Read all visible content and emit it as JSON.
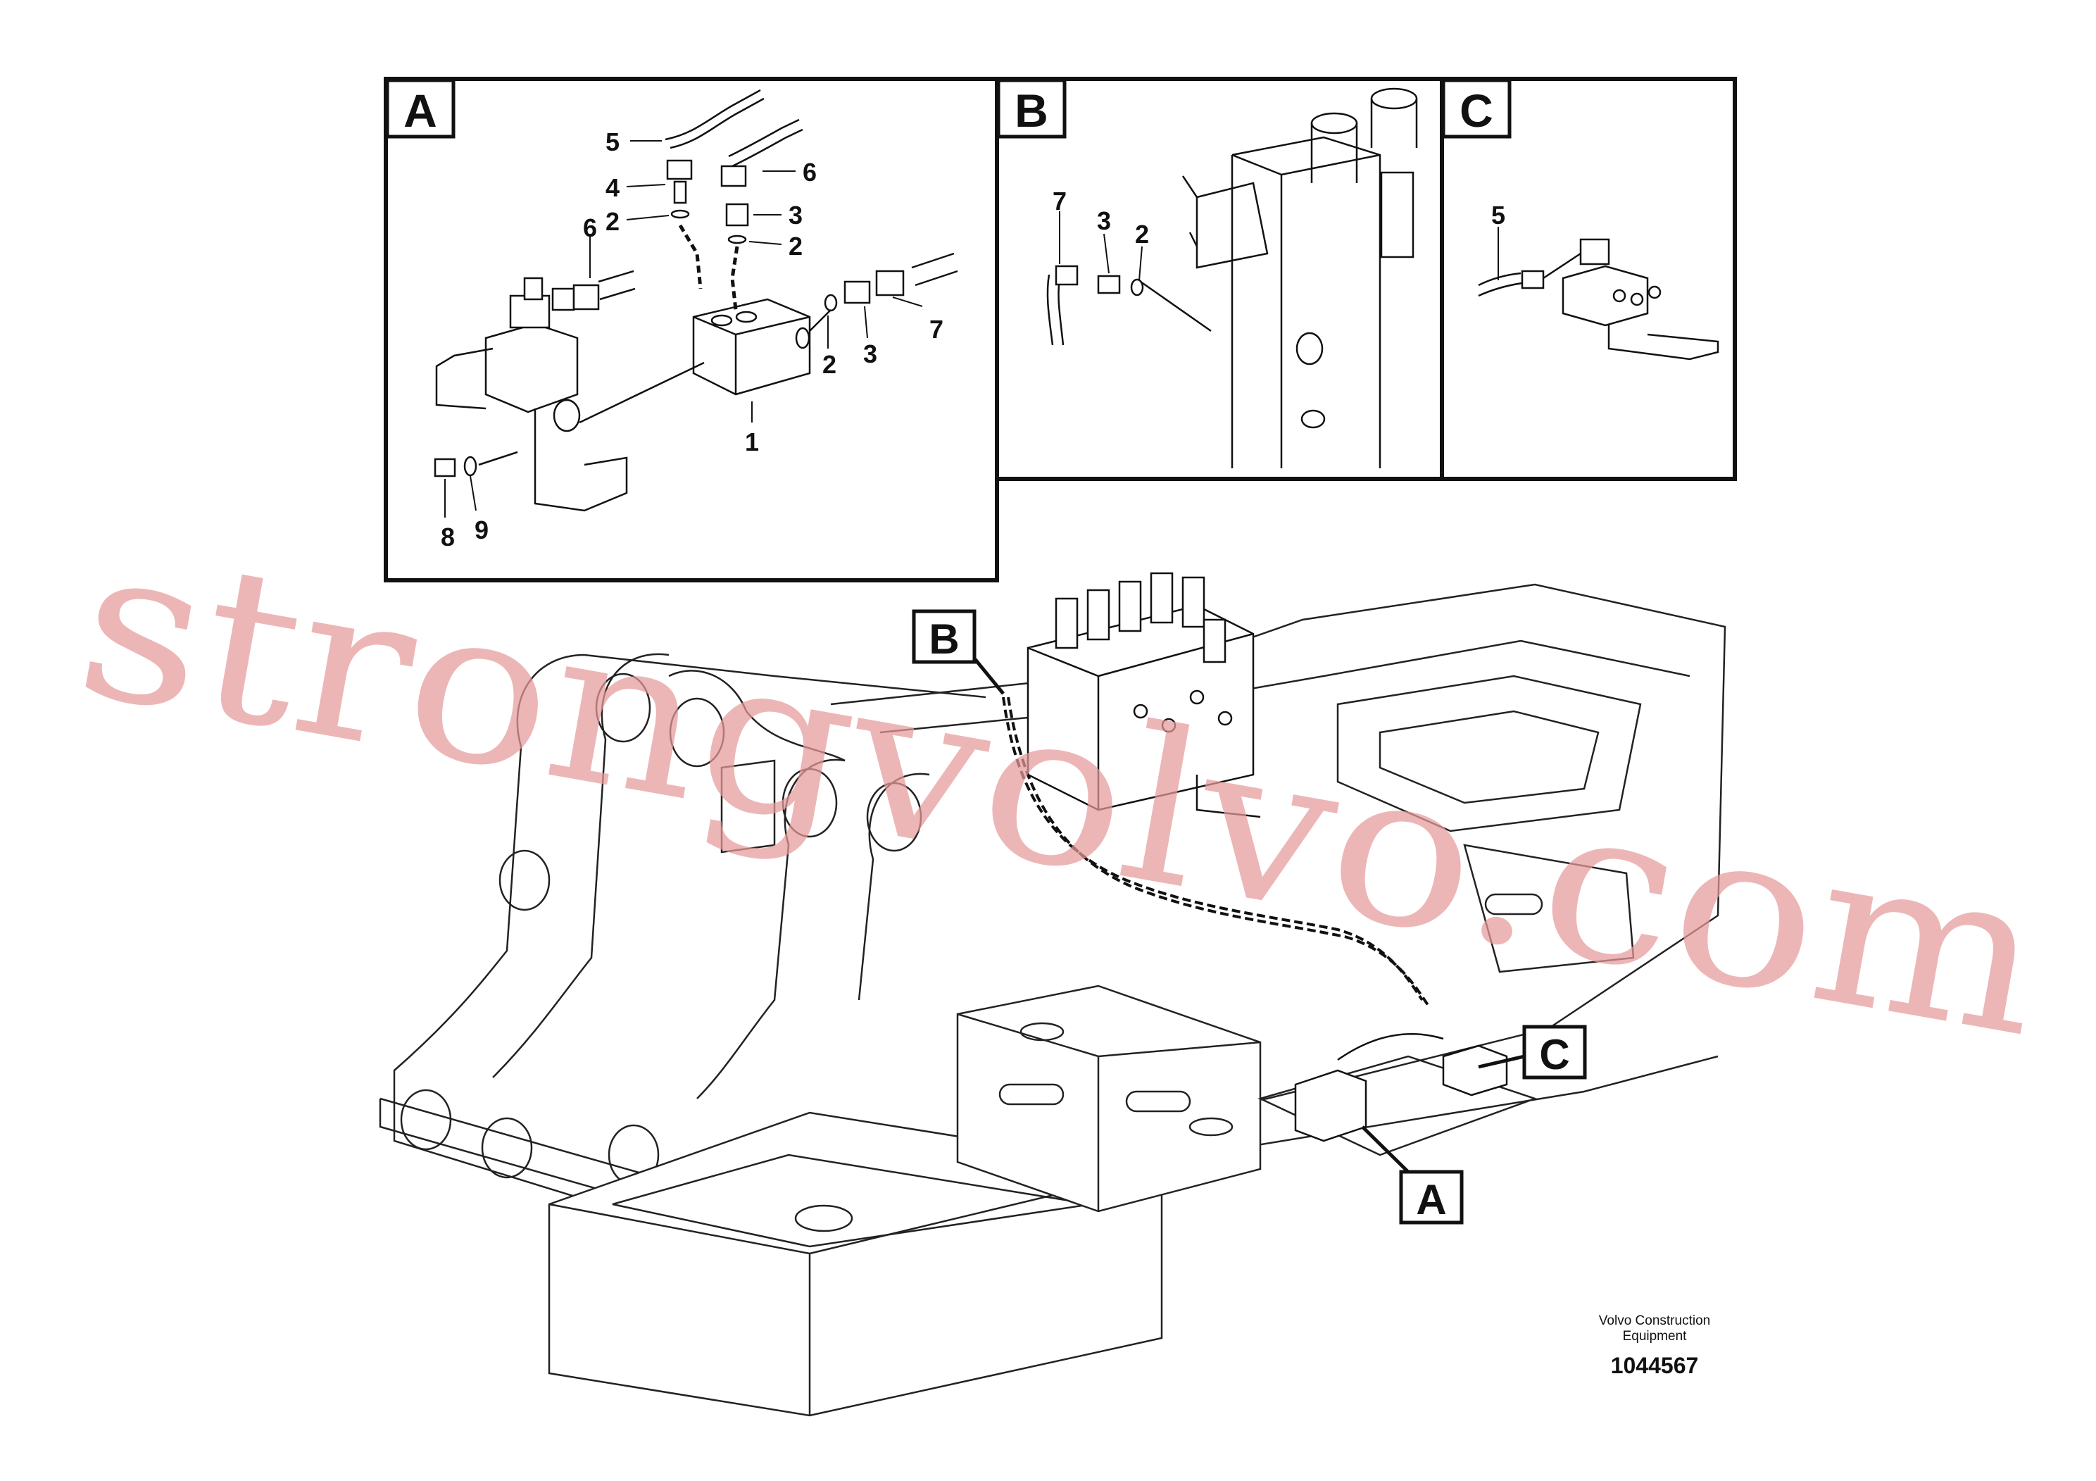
{
  "panels": {
    "a": {
      "letter": "A",
      "labels": {
        "p1": "1",
        "p2a": "2",
        "p2b": "2",
        "p2c": "2",
        "p3a": "3",
        "p3b": "3",
        "p4": "4",
        "p5": "5",
        "p6a": "6",
        "p6b": "6",
        "p7": "7",
        "p8": "8",
        "p9": "9"
      }
    },
    "b": {
      "letter": "B",
      "labels": {
        "p7": "7",
        "p3": "3",
        "p2": "2"
      }
    },
    "c": {
      "letter": "C",
      "labels": {
        "p5": "5"
      }
    }
  },
  "callouts": {
    "b": "B",
    "c": "C",
    "a": "A"
  },
  "watermark": "strongvolvo.com",
  "footer": {
    "org_line1": "Volvo Construction",
    "org_line2": "Equipment",
    "code": "1044567"
  },
  "colors": {
    "line": "#111111",
    "watermark": "#e79a9a",
    "background": "#ffffff"
  }
}
